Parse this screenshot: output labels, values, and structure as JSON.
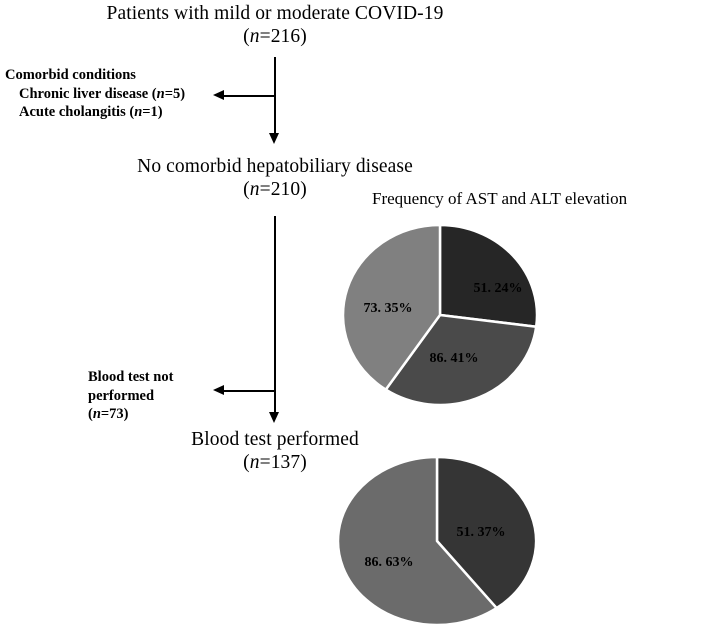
{
  "figure": {
    "type": "flowchart-with-pies",
    "background": "#ffffff"
  },
  "flow": {
    "nodes": [
      {
        "id": "enrolled",
        "line1": "Patients with mild or moderate COVID-19",
        "line2_prefix": "(",
        "line2_italic": "n",
        "line2_suffix": "=216)",
        "n": 216
      },
      {
        "id": "no-comorbid",
        "line1": "No comorbid hepatobiliary disease",
        "line2_prefix": "(",
        "line2_italic": "n",
        "line2_suffix": "=210)",
        "n": 210
      },
      {
        "id": "blood-test-performed",
        "line1": "Blood test performed",
        "line2_prefix": "(",
        "line2_italic": "n",
        "line2_suffix": "=137)",
        "n": 137
      }
    ],
    "exclusions": [
      {
        "id": "comorbid-conditions",
        "heading": "Comorbid conditions",
        "items": [
          {
            "label": "Chronic liver  disease (",
            "italic": "n",
            "suffix": "=5)",
            "n": 5
          },
          {
            "label": "Acute cholangitis  (",
            "italic": "n",
            "suffix": "=1)",
            "n": 1
          }
        ]
      },
      {
        "id": "no-blood-test",
        "line1": "Blood test not",
        "line2": "performed",
        "line3_prefix": "(",
        "line3_italic": "n",
        "line3_suffix": "=73)",
        "n": 73
      }
    ]
  },
  "chart_data": [
    {
      "id": "pie-210",
      "type": "pie",
      "title": "Frequency of AST and ALT elevation",
      "labels": [
        "51. 24%",
        "86. 41%",
        "73. 35%"
      ],
      "values": [
        51.24,
        86.41,
        73.35
      ],
      "slice_fractions": [
        0.2708,
        0.3236,
        0.4056
      ],
      "start_angles_deg": [
        0,
        97.5,
        214
      ],
      "end_angles_deg": [
        97.5,
        214,
        360
      ],
      "colors": [
        "#262626",
        "#4a4a4a",
        "#808080"
      ],
      "separator_color": "#ffffff",
      "legend": "none",
      "label_positions": [
        {
          "x": 58,
          "y": -26
        },
        {
          "x": 14,
          "y": 44
        },
        {
          "x": -52,
          "y": -6
        }
      ]
    },
    {
      "id": "pie-137",
      "type": "pie",
      "title": "",
      "labels": [
        "51. 37%",
        "86. 63%"
      ],
      "values": [
        51.37,
        86.63
      ],
      "slice_fractions": [
        0.3972,
        0.6028
      ],
      "start_angles_deg": [
        0,
        143
      ],
      "end_angles_deg": [
        143,
        360
      ],
      "colors": [
        "#353535",
        "#6b6b6b"
      ],
      "separator_color": "#ffffff",
      "legend": "none",
      "label_positions": [
        {
          "x": 44,
          "y": -8
        },
        {
          "x": -48,
          "y": 22
        }
      ]
    }
  ]
}
